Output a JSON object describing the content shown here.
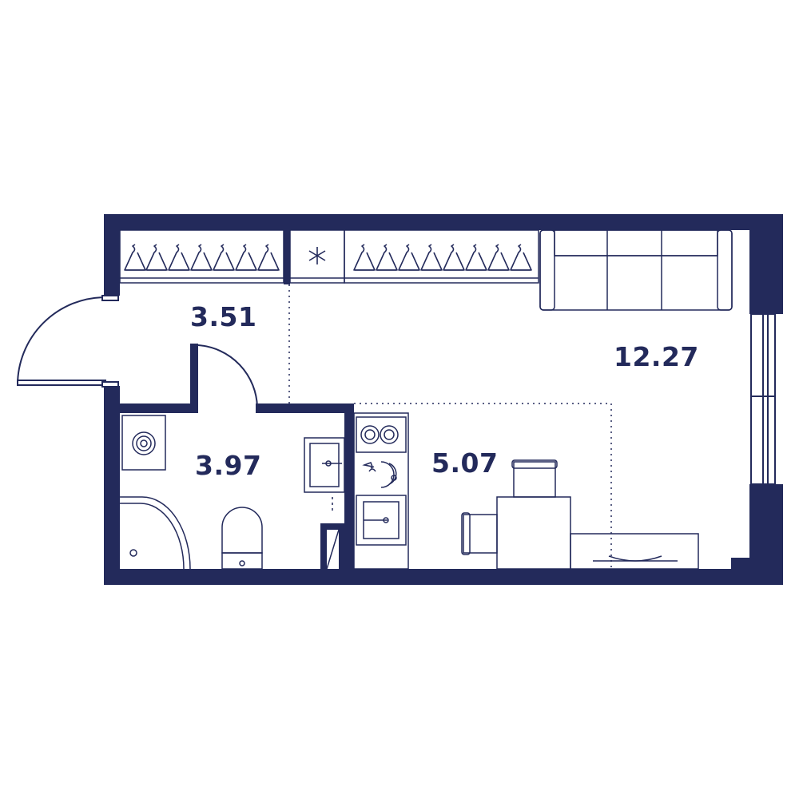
{
  "colors": {
    "wall": "#232a5b",
    "line": "#232a5b",
    "background": "#ffffff"
  },
  "rooms": {
    "hallway": {
      "area": "3.51"
    },
    "bathroom": {
      "area": "3.97"
    },
    "kitchen": {
      "area": "5.07"
    },
    "living": {
      "area": "12.27"
    }
  }
}
